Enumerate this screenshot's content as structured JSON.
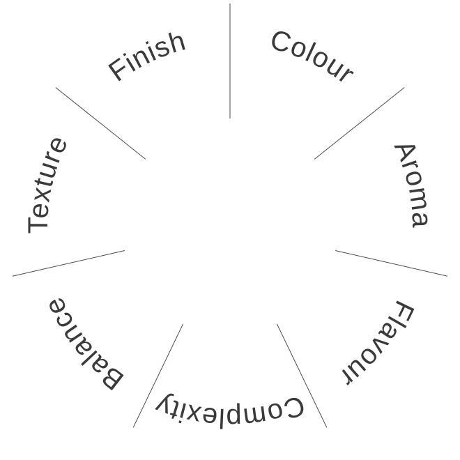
{
  "wheel": {
    "segments": [
      {
        "label": "Colour"
      },
      {
        "label": "Aroma"
      },
      {
        "label": "Flavour"
      },
      {
        "label": "Complexity"
      },
      {
        "label": "Balance"
      },
      {
        "label": "Texture"
      },
      {
        "label": "Finish"
      }
    ],
    "colors": {
      "line": "#4a4a4a",
      "text": "#3a3a3a",
      "background": "#ffffff"
    }
  }
}
